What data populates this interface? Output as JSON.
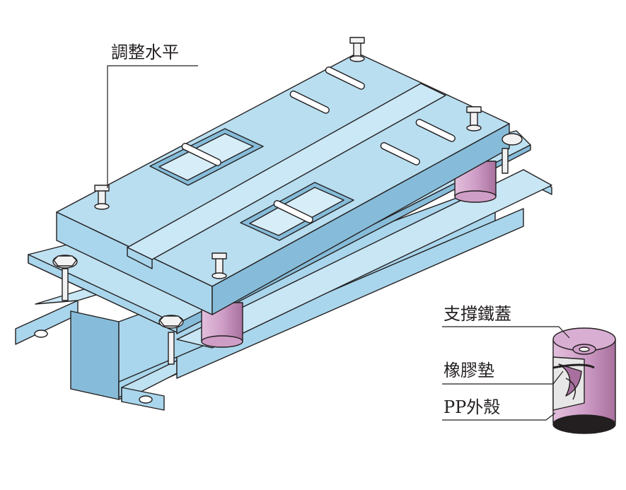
{
  "labels": {
    "leveling": "調整水平",
    "support_cover": "支撐鐵蓋",
    "rubber_pad": "橡膠墊",
    "pp_housing": "PP外殼"
  },
  "colors": {
    "plate_fill": "#a9d6ec",
    "plate_fill_light": "#cbe8f6",
    "plate_fill_dark": "#86bcd9",
    "rubber": "#cf9ec7",
    "rubber_dark": "#a8709e",
    "outline": "#231f20",
    "bolt": "#f2f2f2"
  },
  "icons": [
    "hex-bolt-icon",
    "leveling-screw-icon",
    "vibration-isolator-icon"
  ]
}
